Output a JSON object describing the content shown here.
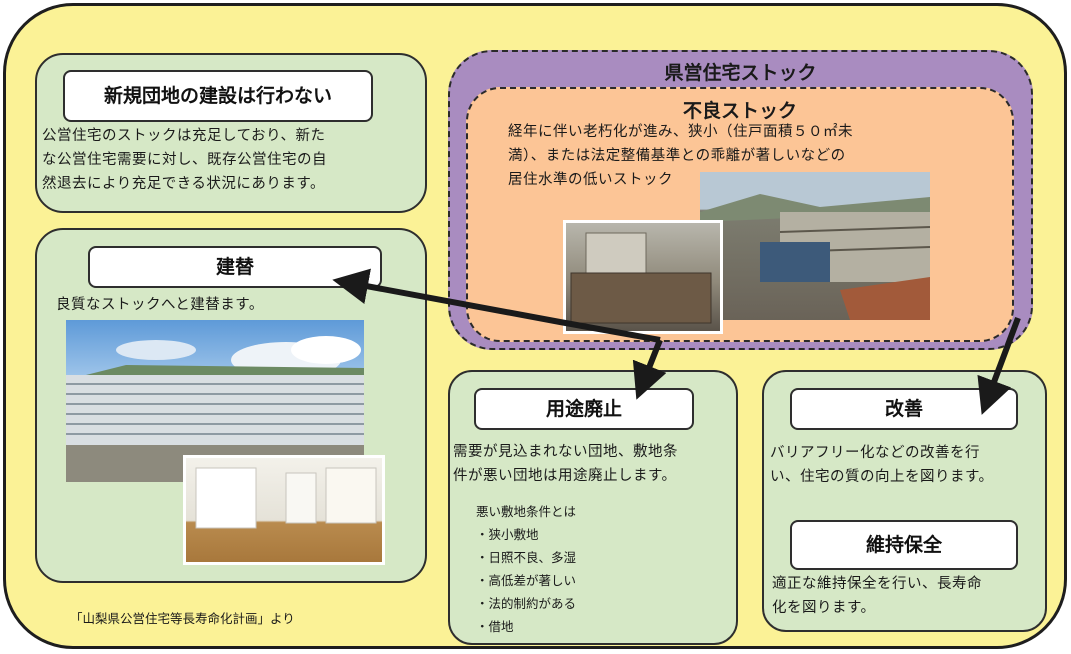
{
  "stock": {
    "title": "県営住宅ストック"
  },
  "bad_stock": {
    "title": "不良ストック",
    "desc_1": "経年に伴い老朽化が進み、狭小（住戸面積５０㎡未",
    "desc_2": "満）、または法定整備基準との乖離が著しいなどの",
    "desc_3": "居住水準の低いストック"
  },
  "no_new": {
    "title": "新規団地の建設は行わない",
    "desc_1": "公営住宅のストックは充足しており、新た",
    "desc_2": "な公営住宅需要に対し、既存公営住宅の自",
    "desc_3": "然退去により充足できる状況にあります。"
  },
  "rebuild": {
    "title": "建替",
    "desc": "良質なストックへと建替ます。"
  },
  "abolish": {
    "title": "用途廃止",
    "desc_1": "需要が見込まれない団地、敷地条",
    "desc_2": "件が悪い団地は用途廃止します。",
    "list_heading": "悪い敷地条件とは",
    "items": [
      "・狭小敷地",
      "・日照不良、多湿",
      "・高低差が著しい",
      "・法的制約がある",
      "・借地"
    ]
  },
  "improve": {
    "title": "改善",
    "desc_1": "バリアフリー化などの改善を行",
    "desc_2": "い、住宅の質の向上を図ります。"
  },
  "maintain": {
    "title": "維持保全",
    "desc_1": "適正な維持保全を行い、長寿命",
    "desc_2": "化を図ります。"
  },
  "source": "「山梨県公営住宅等長寿命化計画」より",
  "colors": {
    "background_frame": "#fbf296",
    "green_box": "#d6e8c6",
    "stock_purple": "#a98cc0",
    "bad_stock_orange": "#fcc596"
  }
}
